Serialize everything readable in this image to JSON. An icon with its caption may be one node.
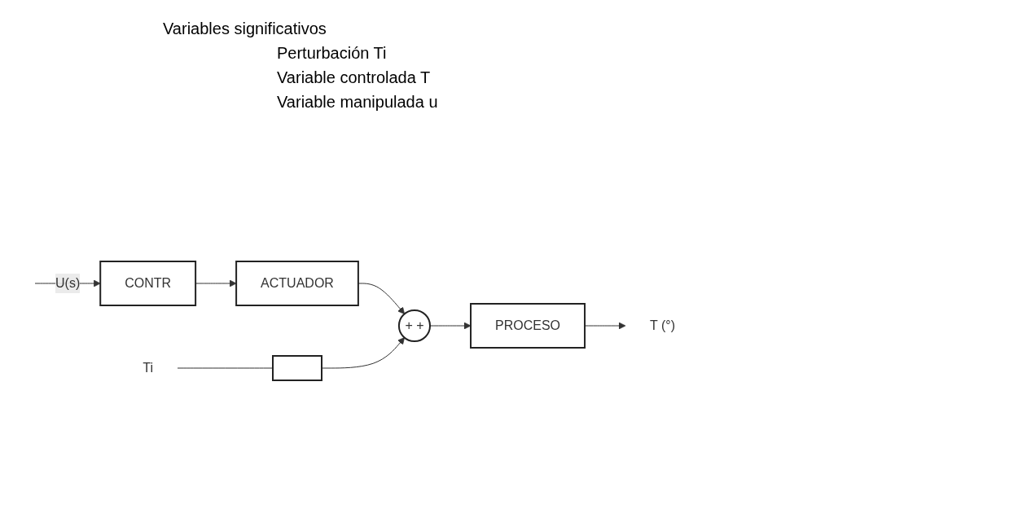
{
  "diagram": {
    "nodes": [
      {
        "text": [
          "CONTR"
        ]
      },
      {
        "text": [
          "ACTUADOR"
        ]
      },
      {
        "text": [
          "+ +"
        ]
      },
      {
        "text": [
          "PROCESO"
        ]
      },
      {
        "text": [
          "Ti"
        ]
      },
      {
        "text": [],
        "shape": "box"
      },
      {
        "text": [
          "T (°)"
        ]
      }
    ],
    "edges": [
      {
        "from": null,
        "to": 0,
        "arrow": "to",
        "label": "U(s)"
      },
      {
        "from": 0,
        "to": 1,
        "arrow": "to"
      },
      {
        "from": 1,
        "to": 2,
        "arrow": "to"
      },
      {
        "from": 4,
        "to": 5,
        "arrow": "none"
      },
      {
        "from": 5,
        "to": 2,
        "arrow": "to"
      },
      {
        "from": 2,
        "to": 3,
        "arrow": "to"
      },
      {
        "from": 3,
        "to": 6,
        "arrow": "to"
      }
    ],
    "labels": [
      "Variables significativos",
      "Perturbación Ti",
      "Variable controlada T",
      "Variable manipulada u"
    ]
  }
}
